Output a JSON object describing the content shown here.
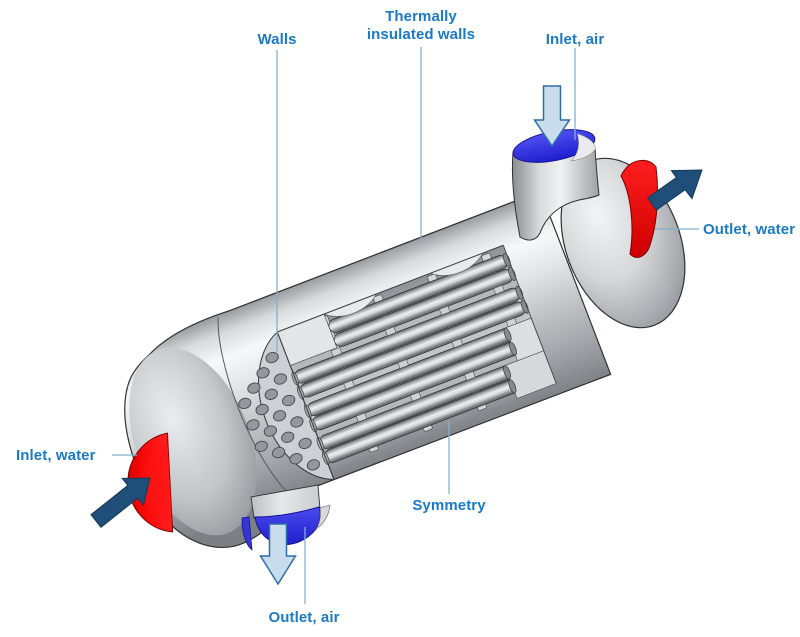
{
  "figure": {
    "subject": "Shell-and-tube heat exchanger cutaway model with boundary-condition annotations",
    "labels": {
      "walls": "Walls",
      "thermally_insulated_line1": "Thermally",
      "thermally_insulated_line2": "insulated walls",
      "inlet_air": "Inlet, air",
      "outlet_water": "Outlet, water",
      "inlet_water": "Inlet, water",
      "symmetry": "Symmetry",
      "outlet_air": "Outlet, air"
    },
    "colors": {
      "label_text": "#1b7ac5",
      "leader_line": "#85aecf",
      "water_arrow": "#1f4e79",
      "air_arrow_fill": "#c9dcec",
      "air_arrow_outline": "#2f6da8",
      "hot_boundary_red": "#f20000",
      "cold_boundary_blue": "#2a2ae0",
      "metal_highlight": "#f7f8f9",
      "metal_shadow": "#7c7f83",
      "background": "#ffffff"
    }
  }
}
